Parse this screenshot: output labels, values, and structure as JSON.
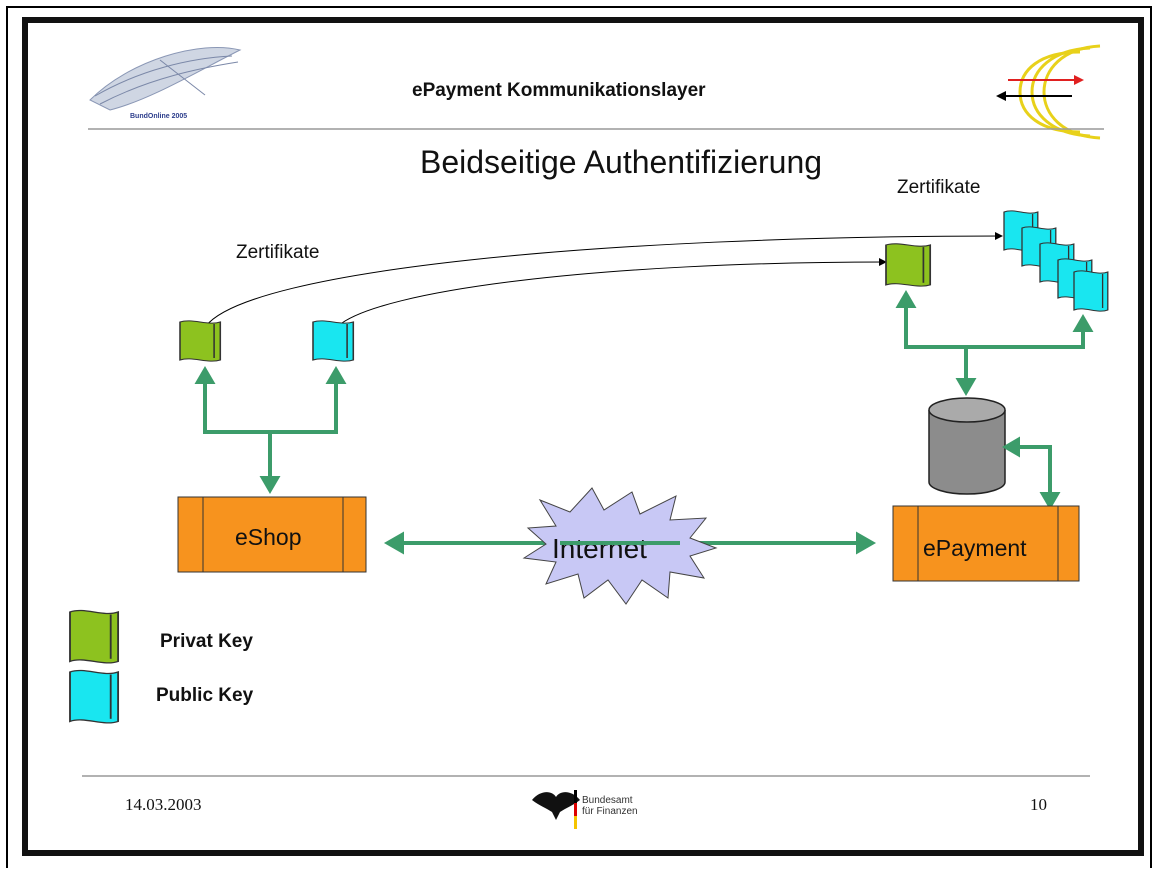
{
  "header": {
    "title": "ePayment Kommunikationslayer",
    "left_logo_text": "BundOnline 2005"
  },
  "slide_title": "Beidseitige Authentifizierung",
  "labels": {
    "certs_left": "Zertifikate",
    "certs_right": "Zertifikate"
  },
  "nodes": {
    "eshop": "eShop",
    "epayment": "ePayment",
    "internet": "Internet"
  },
  "legend": {
    "private_key": "Privat Key",
    "public_key": "Public Key"
  },
  "footer": {
    "date": "14.03.2003",
    "ministry_line1": "Bundesamt",
    "ministry_line2": "für Finanzen",
    "page_number": "10"
  },
  "colors": {
    "private_key": "#8dc21f",
    "public_key": "#19e6f0",
    "connector": "#3c9c6a",
    "box": "#f7931e",
    "cloud": "#c8c8f5",
    "database": "#8c8c8c"
  }
}
